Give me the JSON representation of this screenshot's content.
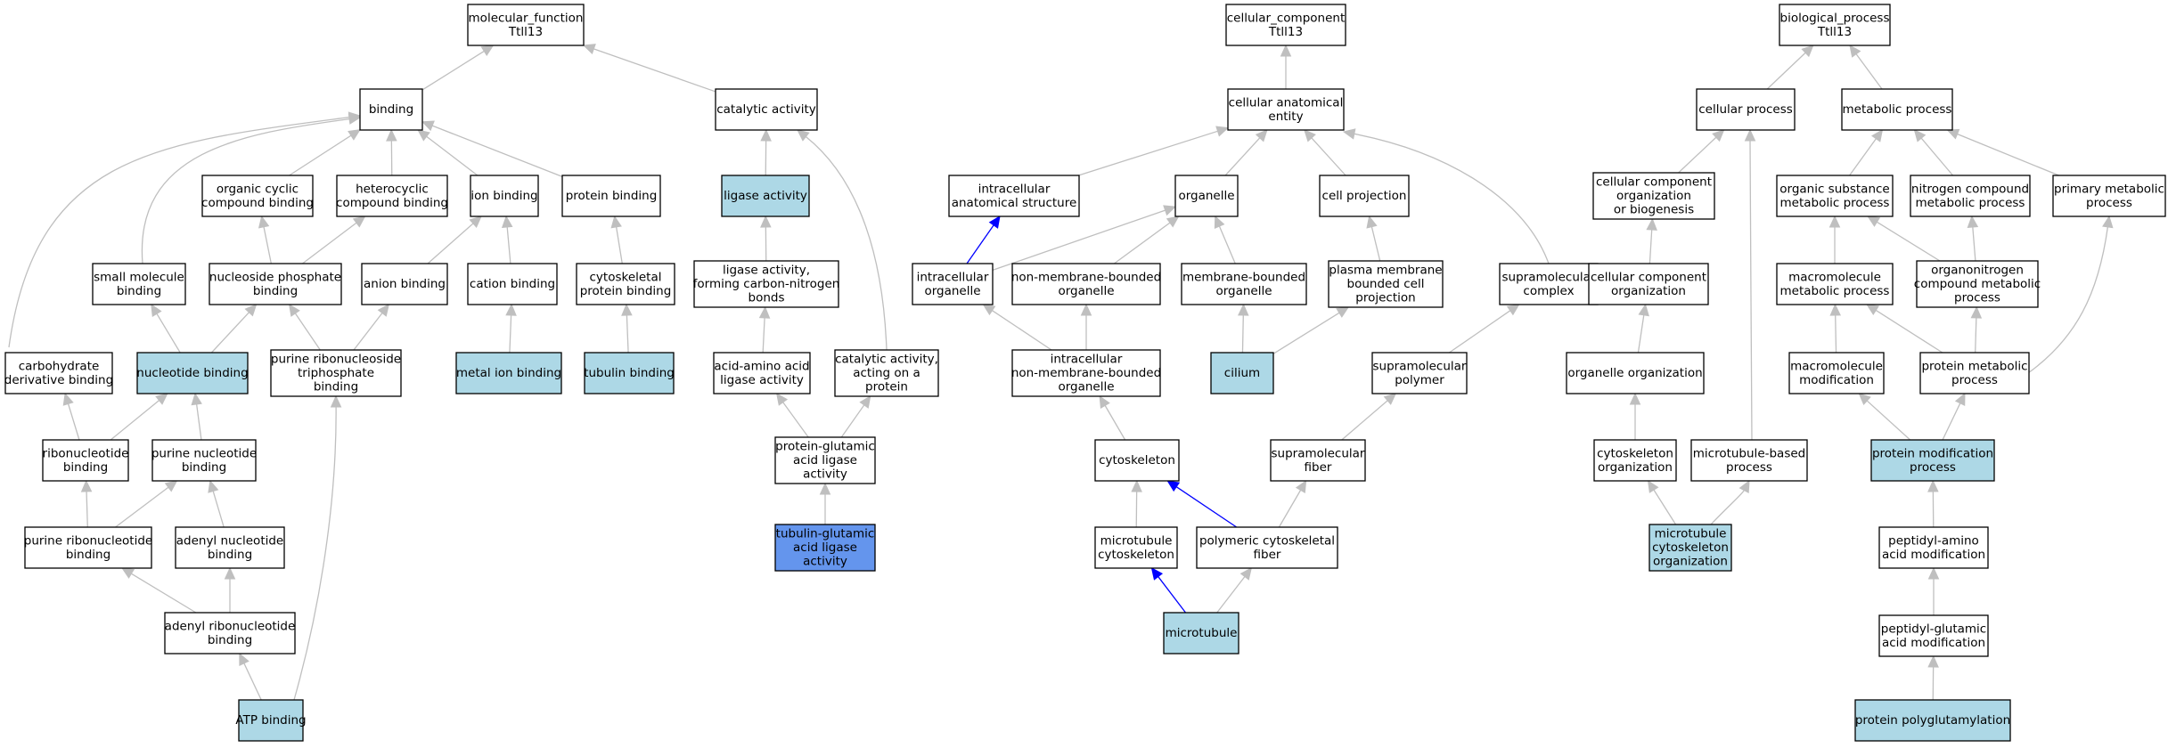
{
  "colors": {
    "default_fill": "#ffffff",
    "annotated_fill": "#add8e6",
    "focus_fill": "#6495ed",
    "edge_gray": "#bfbfbf",
    "edge_blue": "#0000ff"
  },
  "nodes": {
    "mf_root": {
      "lines": [
        "molecular_function",
        "Ttll13"
      ],
      "style": "default"
    },
    "binding": {
      "lines": [
        "binding"
      ],
      "style": "default"
    },
    "catalytic_activity": {
      "lines": [
        "catalytic activity"
      ],
      "style": "default"
    },
    "organic_cyclic": {
      "lines": [
        "organic cyclic",
        "compound binding"
      ],
      "style": "default"
    },
    "heterocyclic": {
      "lines": [
        "heterocyclic",
        "compound binding"
      ],
      "style": "default"
    },
    "ion_binding": {
      "lines": [
        "ion binding"
      ],
      "style": "default"
    },
    "protein_binding": {
      "lines": [
        "protein binding"
      ],
      "style": "default"
    },
    "ligase_activity": {
      "lines": [
        "ligase activity"
      ],
      "style": "annotated"
    },
    "small_molecule": {
      "lines": [
        "small molecule",
        "binding"
      ],
      "style": "default"
    },
    "nucleoside_phosphate": {
      "lines": [
        "nucleoside phosphate",
        "binding"
      ],
      "style": "default"
    },
    "anion_binding": {
      "lines": [
        "anion binding"
      ],
      "style": "default"
    },
    "cation_binding": {
      "lines": [
        "cation binding"
      ],
      "style": "default"
    },
    "cytoskeletal_protein": {
      "lines": [
        "cytoskeletal",
        "protein binding"
      ],
      "style": "default"
    },
    "ligase_cn": {
      "lines": [
        "ligase activity,",
        "forming carbon-nitrogen",
        "bonds"
      ],
      "style": "default"
    },
    "carbohydrate_deriv": {
      "lines": [
        "carbohydrate",
        "derivative binding"
      ],
      "style": "default"
    },
    "nucleotide_binding": {
      "lines": [
        "nucleotide binding"
      ],
      "style": "annotated"
    },
    "purine_ribonucleoside_tp": {
      "lines": [
        "purine ribonucleoside",
        "triphosphate",
        "binding"
      ],
      "style": "default"
    },
    "metal_ion": {
      "lines": [
        "metal ion binding"
      ],
      "style": "annotated"
    },
    "tubulin_binding": {
      "lines": [
        "tubulin binding"
      ],
      "style": "annotated"
    },
    "acid_amino_ligase": {
      "lines": [
        "acid-amino acid",
        "ligase activity"
      ],
      "style": "default"
    },
    "catalytic_protein": {
      "lines": [
        "catalytic activity,",
        "acting on a",
        "protein"
      ],
      "style": "default"
    },
    "ribonucleotide": {
      "lines": [
        "ribonucleotide",
        "binding"
      ],
      "style": "default"
    },
    "purine_nucleotide": {
      "lines": [
        "purine nucleotide",
        "binding"
      ],
      "style": "default"
    },
    "protein_glutamic_ligase": {
      "lines": [
        "protein-glutamic",
        "acid ligase",
        "activity"
      ],
      "style": "default"
    },
    "purine_ribonucleotide": {
      "lines": [
        "purine ribonucleotide",
        "binding"
      ],
      "style": "default"
    },
    "adenyl_nucleotide": {
      "lines": [
        "adenyl nucleotide",
        "binding"
      ],
      "style": "default"
    },
    "tubulin_glutamic_ligase": {
      "lines": [
        "tubulin-glutamic",
        "acid ligase",
        "activity"
      ],
      "style": "focus"
    },
    "adenyl_ribonucleotide": {
      "lines": [
        "adenyl ribonucleotide",
        "binding"
      ],
      "style": "default"
    },
    "atp_binding": {
      "lines": [
        "ATP binding"
      ],
      "style": "annotated"
    },
    "cc_root": {
      "lines": [
        "cellular_component",
        "Ttll13"
      ],
      "style": "default"
    },
    "cellular_anatomical": {
      "lines": [
        "cellular anatomical",
        "entity"
      ],
      "style": "default"
    },
    "intracellular_anatomical": {
      "lines": [
        "intracellular",
        "anatomical structure"
      ],
      "style": "default"
    },
    "organelle": {
      "lines": [
        "organelle"
      ],
      "style": "default"
    },
    "cell_projection": {
      "lines": [
        "cell projection"
      ],
      "style": "default"
    },
    "intracellular_organelle": {
      "lines": [
        "intracellular",
        "organelle"
      ],
      "style": "default"
    },
    "non_membrane_organelle": {
      "lines": [
        "non-membrane-bounded",
        "organelle"
      ],
      "style": "default"
    },
    "membrane_bounded": {
      "lines": [
        "membrane-bounded",
        "organelle"
      ],
      "style": "default"
    },
    "plasma_membrane_proj": {
      "lines": [
        "plasma membrane",
        "bounded cell",
        "projection"
      ],
      "style": "default"
    },
    "supramolecular_complex": {
      "lines": [
        "supramolecular",
        "complex"
      ],
      "style": "default"
    },
    "intracellular_nmb": {
      "lines": [
        "intracellular",
        "non-membrane-bounded",
        "organelle"
      ],
      "style": "default"
    },
    "cilium": {
      "lines": [
        "cilium"
      ],
      "style": "annotated"
    },
    "supramolecular_polymer": {
      "lines": [
        "supramolecular",
        "polymer"
      ],
      "style": "default"
    },
    "cytoskeleton": {
      "lines": [
        "cytoskeleton"
      ],
      "style": "default"
    },
    "supramolecular_fiber": {
      "lines": [
        "supramolecular",
        "fiber"
      ],
      "style": "default"
    },
    "microtubule_cytoskeleton": {
      "lines": [
        "microtubule",
        "cytoskeleton"
      ],
      "style": "default"
    },
    "polymeric_fiber": {
      "lines": [
        "polymeric cytoskeletal",
        "fiber"
      ],
      "style": "default"
    },
    "microtubule": {
      "lines": [
        "microtubule"
      ],
      "style": "annotated"
    },
    "bp_root": {
      "lines": [
        "biological_process",
        "Ttll13"
      ],
      "style": "default"
    },
    "cellular_process": {
      "lines": [
        "cellular process"
      ],
      "style": "default"
    },
    "metabolic_process": {
      "lines": [
        "metabolic process"
      ],
      "style": "default"
    },
    "cc_org_biogenesis": {
      "lines": [
        "cellular component",
        "organization",
        "or biogenesis"
      ],
      "style": "default"
    },
    "organic_substance": {
      "lines": [
        "organic substance",
        "metabolic process"
      ],
      "style": "default"
    },
    "nitrogen_compound": {
      "lines": [
        "nitrogen compound",
        "metabolic process"
      ],
      "style": "default"
    },
    "primary_metabolic": {
      "lines": [
        "primary metabolic",
        "process"
      ],
      "style": "default"
    },
    "cc_organization": {
      "lines": [
        "cellular component",
        "organization"
      ],
      "style": "default"
    },
    "macromolecule_metabolic": {
      "lines": [
        "macromolecule",
        "metabolic process"
      ],
      "style": "default"
    },
    "organonitrogen": {
      "lines": [
        "organonitrogen",
        "compound metabolic",
        "process"
      ],
      "style": "default"
    },
    "organelle_org": {
      "lines": [
        "organelle organization"
      ],
      "style": "default"
    },
    "macromolecule_mod": {
      "lines": [
        "macromolecule",
        "modification"
      ],
      "style": "default"
    },
    "protein_metabolic": {
      "lines": [
        "protein metabolic",
        "process"
      ],
      "style": "default"
    },
    "cytoskeleton_org": {
      "lines": [
        "cytoskeleton",
        "organization"
      ],
      "style": "default"
    },
    "microtubule_based": {
      "lines": [
        "microtubule-based",
        "process"
      ],
      "style": "default"
    },
    "protein_mod": {
      "lines": [
        "protein modification",
        "process"
      ],
      "style": "annotated"
    },
    "mt_cytoskeleton_org": {
      "lines": [
        "microtubule",
        "cytoskeleton",
        "organization"
      ],
      "style": "annotated"
    },
    "peptidyl_amino": {
      "lines": [
        "peptidyl-amino",
        "acid modification"
      ],
      "style": "default"
    },
    "peptidyl_glutamic": {
      "lines": [
        "peptidyl-glutamic",
        "acid modification"
      ],
      "style": "default"
    },
    "protein_polyglut": {
      "lines": [
        "protein polyglutamylation"
      ],
      "style": "annotated"
    }
  },
  "edges": [
    {
      "from": "binding",
      "to": "mf_root",
      "color": "gray"
    },
    {
      "from": "catalytic_activity",
      "to": "mf_root",
      "color": "gray"
    },
    {
      "from": "organic_cyclic",
      "to": "binding",
      "color": "gray"
    },
    {
      "from": "heterocyclic",
      "to": "binding",
      "color": "gray"
    },
    {
      "from": "ion_binding",
      "to": "binding",
      "color": "gray"
    },
    {
      "from": "protein_binding",
      "to": "binding",
      "color": "gray"
    },
    {
      "from": "small_molecule",
      "to": "binding",
      "color": "gray"
    },
    {
      "from": "carbohydrate_deriv",
      "to": "binding",
      "color": "gray"
    },
    {
      "from": "ligase_activity",
      "to": "catalytic_activity",
      "color": "gray"
    },
    {
      "from": "catalytic_protein",
      "to": "catalytic_activity",
      "color": "gray"
    },
    {
      "from": "nucleoside_phosphate",
      "to": "organic_cyclic",
      "color": "gray"
    },
    {
      "from": "nucleoside_phosphate",
      "to": "heterocyclic",
      "color": "gray"
    },
    {
      "from": "anion_binding",
      "to": "ion_binding",
      "color": "gray"
    },
    {
      "from": "cation_binding",
      "to": "ion_binding",
      "color": "gray"
    },
    {
      "from": "cytoskeletal_protein",
      "to": "protein_binding",
      "color": "gray"
    },
    {
      "from": "ligase_cn",
      "to": "ligase_activity",
      "color": "gray"
    },
    {
      "from": "nucleotide_binding",
      "to": "small_molecule",
      "color": "gray"
    },
    {
      "from": "nucleotide_binding",
      "to": "nucleoside_phosphate",
      "color": "gray"
    },
    {
      "from": "purine_ribonucleoside_tp",
      "to": "nucleoside_phosphate",
      "color": "gray"
    },
    {
      "from": "purine_ribonucleoside_tp",
      "to": "anion_binding",
      "color": "gray"
    },
    {
      "from": "metal_ion",
      "to": "cation_binding",
      "color": "gray"
    },
    {
      "from": "tubulin_binding",
      "to": "cytoskeletal_protein",
      "color": "gray"
    },
    {
      "from": "acid_amino_ligase",
      "to": "ligase_cn",
      "color": "gray"
    },
    {
      "from": "ribonucleotide",
      "to": "carbohydrate_deriv",
      "color": "gray"
    },
    {
      "from": "ribonucleotide",
      "to": "nucleotide_binding",
      "color": "gray"
    },
    {
      "from": "purine_nucleotide",
      "to": "nucleotide_binding",
      "color": "gray"
    },
    {
      "from": "protein_glutamic_ligase",
      "to": "acid_amino_ligase",
      "color": "gray"
    },
    {
      "from": "protein_glutamic_ligase",
      "to": "catalytic_protein",
      "color": "gray"
    },
    {
      "from": "purine_ribonucleotide",
      "to": "ribonucleotide",
      "color": "gray"
    },
    {
      "from": "purine_ribonucleotide",
      "to": "purine_nucleotide",
      "color": "gray"
    },
    {
      "from": "adenyl_nucleotide",
      "to": "purine_nucleotide",
      "color": "gray"
    },
    {
      "from": "tubulin_glutamic_ligase",
      "to": "protein_glutamic_ligase",
      "color": "gray"
    },
    {
      "from": "adenyl_ribonucleotide",
      "to": "purine_ribonucleotide",
      "color": "gray"
    },
    {
      "from": "adenyl_ribonucleotide",
      "to": "adenyl_nucleotide",
      "color": "gray"
    },
    {
      "from": "atp_binding",
      "to": "adenyl_ribonucleotide",
      "color": "gray"
    },
    {
      "from": "atp_binding",
      "to": "purine_ribonucleoside_tp",
      "color": "gray"
    },
    {
      "from": "cellular_anatomical",
      "to": "cc_root",
      "color": "gray"
    },
    {
      "from": "intracellular_anatomical",
      "to": "cellular_anatomical",
      "color": "gray"
    },
    {
      "from": "organelle",
      "to": "cellular_anatomical",
      "color": "gray"
    },
    {
      "from": "cell_projection",
      "to": "cellular_anatomical",
      "color": "gray"
    },
    {
      "from": "supramolecular_complex",
      "to": "cellular_anatomical",
      "color": "gray"
    },
    {
      "from": "intracellular_organelle",
      "to": "intracellular_anatomical",
      "color": "blue"
    },
    {
      "from": "intracellular_organelle",
      "to": "organelle",
      "color": "gray"
    },
    {
      "from": "non_membrane_organelle",
      "to": "organelle",
      "color": "gray"
    },
    {
      "from": "membrane_bounded",
      "to": "organelle",
      "color": "gray"
    },
    {
      "from": "plasma_membrane_proj",
      "to": "cell_projection",
      "color": "gray"
    },
    {
      "from": "intracellular_nmb",
      "to": "intracellular_organelle",
      "color": "gray"
    },
    {
      "from": "intracellular_nmb",
      "to": "non_membrane_organelle",
      "color": "gray"
    },
    {
      "from": "cilium",
      "to": "membrane_bounded",
      "color": "gray"
    },
    {
      "from": "cilium",
      "to": "plasma_membrane_proj",
      "color": "gray"
    },
    {
      "from": "supramolecular_polymer",
      "to": "supramolecular_complex",
      "color": "gray"
    },
    {
      "from": "cytoskeleton",
      "to": "intracellular_nmb",
      "color": "gray"
    },
    {
      "from": "supramolecular_fiber",
      "to": "supramolecular_polymer",
      "color": "gray"
    },
    {
      "from": "microtubule_cytoskeleton",
      "to": "cytoskeleton",
      "color": "gray"
    },
    {
      "from": "polymeric_fiber",
      "to": "cytoskeleton",
      "color": "blue"
    },
    {
      "from": "polymeric_fiber",
      "to": "supramolecular_fiber",
      "color": "gray"
    },
    {
      "from": "microtubule",
      "to": "microtubule_cytoskeleton",
      "color": "blue"
    },
    {
      "from": "microtubule",
      "to": "polymeric_fiber",
      "color": "gray"
    },
    {
      "from": "cellular_process",
      "to": "bp_root",
      "color": "gray"
    },
    {
      "from": "metabolic_process",
      "to": "bp_root",
      "color": "gray"
    },
    {
      "from": "cc_org_biogenesis",
      "to": "cellular_process",
      "color": "gray"
    },
    {
      "from": "microtubule_based",
      "to": "cellular_process",
      "color": "gray"
    },
    {
      "from": "organic_substance",
      "to": "metabolic_process",
      "color": "gray"
    },
    {
      "from": "nitrogen_compound",
      "to": "metabolic_process",
      "color": "gray"
    },
    {
      "from": "primary_metabolic",
      "to": "metabolic_process",
      "color": "gray"
    },
    {
      "from": "cc_organization",
      "to": "cc_org_biogenesis",
      "color": "gray"
    },
    {
      "from": "macromolecule_metabolic",
      "to": "organic_substance",
      "color": "gray"
    },
    {
      "from": "organonitrogen",
      "to": "organic_substance",
      "color": "gray"
    },
    {
      "from": "organonitrogen",
      "to": "nitrogen_compound",
      "color": "gray"
    },
    {
      "from": "organelle_org",
      "to": "cc_organization",
      "color": "gray"
    },
    {
      "from": "macromolecule_mod",
      "to": "macromolecule_metabolic",
      "color": "gray"
    },
    {
      "from": "protein_metabolic",
      "to": "macromolecule_metabolic",
      "color": "gray"
    },
    {
      "from": "protein_metabolic",
      "to": "organonitrogen",
      "color": "gray"
    },
    {
      "from": "protein_metabolic",
      "to": "primary_metabolic",
      "color": "gray"
    },
    {
      "from": "cytoskeleton_org",
      "to": "organelle_org",
      "color": "gray"
    },
    {
      "from": "protein_mod",
      "to": "macromolecule_mod",
      "color": "gray"
    },
    {
      "from": "protein_mod",
      "to": "protein_metabolic",
      "color": "gray"
    },
    {
      "from": "mt_cytoskeleton_org",
      "to": "cytoskeleton_org",
      "color": "gray"
    },
    {
      "from": "mt_cytoskeleton_org",
      "to": "microtubule_based",
      "color": "gray"
    },
    {
      "from": "peptidyl_amino",
      "to": "protein_mod",
      "color": "gray"
    },
    {
      "from": "peptidyl_glutamic",
      "to": "peptidyl_amino",
      "color": "gray"
    },
    {
      "from": "protein_polyglut",
      "to": "peptidyl_glutamic",
      "color": "gray"
    }
  ]
}
